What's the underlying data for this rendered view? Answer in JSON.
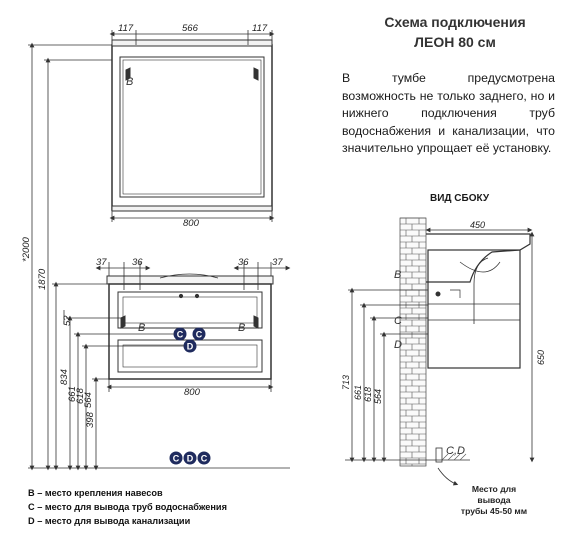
{
  "header": {
    "line1": "Схема подключения",
    "line2": "ЛЕОН 80 см"
  },
  "description": "В тумбе предусмотрена возможность не только заднего, но и нижнего подключения труб водоснабжения и канализации, что значительно упрощает её установку.",
  "side_view_title": "ВИД СБОКУ",
  "dimensions": {
    "mirror_top": [
      "117",
      "566",
      "117"
    ],
    "mirror_bottom": "800",
    "cabinet_top_left": [
      "37",
      "36"
    ],
    "cabinet_top_right": [
      "36",
      "37"
    ],
    "cabinet_bottom": "800",
    "heights": [
      "*2000",
      "1870",
      "834",
      "661",
      "618",
      "564",
      "398"
    ],
    "small": "52",
    "side_width": "450",
    "side_heights": [
      "713",
      "661",
      "618",
      "564"
    ],
    "side_depth": "650"
  },
  "markers": {
    "b": "B",
    "c": "C",
    "d": "D",
    "cd": "C,D"
  },
  "legend": [
    "B – место крепления навесов",
    "C – место для вывода труб водоснабжения",
    "D – место для вывода канализации"
  ],
  "note": [
    "Место для",
    "вывода",
    "трубы 45-50 мм"
  ],
  "colors": {
    "marker_fill": "#1f2b5e",
    "line": "#333333",
    "brick": "#444444"
  }
}
